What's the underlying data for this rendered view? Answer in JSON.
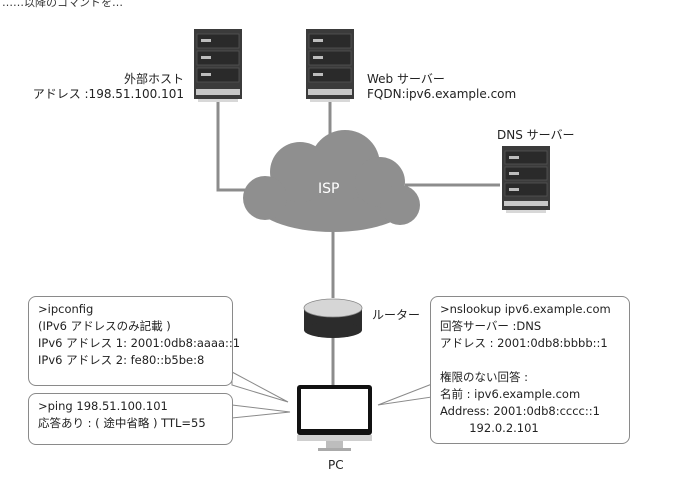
{
  "top_fragment": "……以降のコマンドを…",
  "nodes": {
    "external_host": {
      "line1": "外部ホスト",
      "line2": "アドレス :198.51.100.101"
    },
    "web_server": {
      "line1": "Web サーバー",
      "line2": "FQDN:ipv6.example.com"
    },
    "dns_server": {
      "label": "DNS サーバー"
    },
    "isp": {
      "label": "ISP"
    },
    "router": {
      "label": "ルーター"
    },
    "pc": {
      "label": "PC"
    }
  },
  "ipconfig_box": {
    "lines": [
      ">ipconfig",
      "(IPv6 アドレスのみ記載 )",
      "IPv6 アドレス 1: 2001:0db8:aaaa::1",
      "IPv6 アドレス 2: fe80::b5be:8"
    ]
  },
  "ping_box": {
    "lines": [
      ">ping 198.51.100.101",
      "応答あり : ( 途中省略 ) TTL=55"
    ]
  },
  "nslookup_box": {
    "lines": [
      ">nslookup ipv6.example.com",
      "回答サーバー :DNS",
      "アドレス : 2001:0db8:bbbb::1",
      "",
      "権限のない回答 :",
      "名前 : ipv6.example.com",
      "Address: 2001:0db8:cccc::1",
      "        192.0.2.101"
    ]
  },
  "colors": {
    "cable": "#8c8c8c",
    "cloud": "#8f8f8f",
    "server_body": "#3a3a3a",
    "router_top": "#d6d6d6",
    "router_body": "#2c2c2c"
  }
}
